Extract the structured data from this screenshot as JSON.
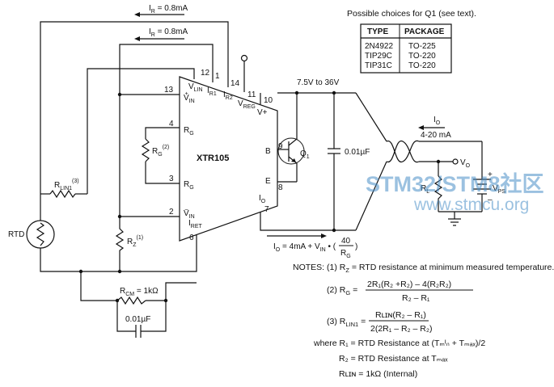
{
  "table": {
    "title": "Possible choices for Q1 (see text).",
    "headers": [
      "TYPE",
      "PACKAGE"
    ],
    "rows": [
      [
        "2N4922",
        "TO-225"
      ],
      [
        "TIP29C",
        "TO-220"
      ],
      [
        "TIP31C",
        "TO-220"
      ]
    ]
  },
  "chip": {
    "name": "XTR105",
    "pins": {
      "vlin": "V",
      "vlin_sub": "LIN",
      "ir1": "I",
      "ir1_sub": "R1",
      "ir2": "I",
      "ir2_sub": "R2",
      "vreg": "V",
      "vreg_sub": "REG",
      "vplus": "V+",
      "vin_plus": "V",
      "vin_plus_sub": "IN",
      "vin_plus_sup": "+",
      "rg1": "R",
      "rg1_sub": "G",
      "rg2": "R",
      "rg2_sub": "G",
      "b": "B",
      "e": "E",
      "io": "I",
      "io_sub": "O",
      "vin_minus": "V",
      "vin_minus_sub": "IN",
      "vin_minus_sup": "–",
      "iret": "I",
      "iret_sub": "RET"
    },
    "pin_numbers": {
      "p12": "12",
      "p1": "1",
      "p14": "14",
      "p11": "11",
      "p10": "10",
      "p13": "13",
      "p4": "4",
      "p3": "3",
      "p9": "9",
      "p8": "8",
      "p2": "2",
      "p7": "7",
      "p6": "6"
    }
  },
  "labels": {
    "ir_top_a": "I",
    "ir_top_a_sub": "R",
    "ir_top_a_val": " = 0.8mA",
    "ir_top_b": "I",
    "ir_top_b_sub": "R",
    "ir_top_b_val": " = 0.8mA",
    "supply": "7.5V to 36V",
    "q1": "Q",
    "q1_sub": "1",
    "cap_bypass": "0.01µF",
    "io_arrow": "I",
    "io_arrow_sub": "O",
    "io_range": "4-20 mA",
    "vo": "V",
    "vo_sub": "O",
    "rl": "R",
    "rl_sub": "L",
    "vps": "V",
    "vps_sub": "PS",
    "plus": "+",
    "minus": "–",
    "rg": "R",
    "rg_sub": "G",
    "rg_sup": "(2)",
    "rlin1": "R",
    "rlin1_sub": "LIN1",
    "rlin1_sup": "(3)",
    "rtd": "RTD",
    "rz": "R",
    "rz_sub": "Z",
    "rz_sup": "(1)",
    "rcm": "R",
    "rcm_sub": "CM",
    "rcm_val": " = 1kΩ",
    "cap_cm": "0.01µF",
    "io_formula_a": "I",
    "io_formula_a_sub": "O",
    "io_formula_b": " = 4mA + V",
    "io_formula_b_sub": "IN",
    "io_formula_c": " • (",
    "io_formula_num": "40",
    "io_formula_den": "R",
    "io_formula_den_sub": "G",
    "io_formula_d": ")"
  },
  "notes": {
    "n1_prefix": "NOTES: (1) R",
    "n1_sub": "Z",
    "n1_text": " = RTD resistance at minimum measured temperature.",
    "n2_prefix": "(2) R",
    "n2_sub": "G",
    "n2_eq": " =",
    "n2_num": "2R₁(R₂ +R₂) – 4(R₂R₂)",
    "n2_den": "R₂ – R₁",
    "n3_prefix": "(3) R",
    "n3_sub": "LIN1",
    "n3_eq": " =",
    "n3_num": "Rʟɪɴ(R₂ – R₁)",
    "n3_den": "2(2R₁ – R₂ – R₂)",
    "where": "where R₁ = RTD Resistance at (Tₘᴵₙ + Tₘₐₓ)/2",
    "r2def": "R₂ = RTD Resistance at Tₘₐₓ",
    "rlindef": "Rʟɪɴ = 1kΩ (Internal)"
  },
  "watermark": {
    "line1": "STM32/STM8社区",
    "line2": "www.stmcu.org"
  }
}
